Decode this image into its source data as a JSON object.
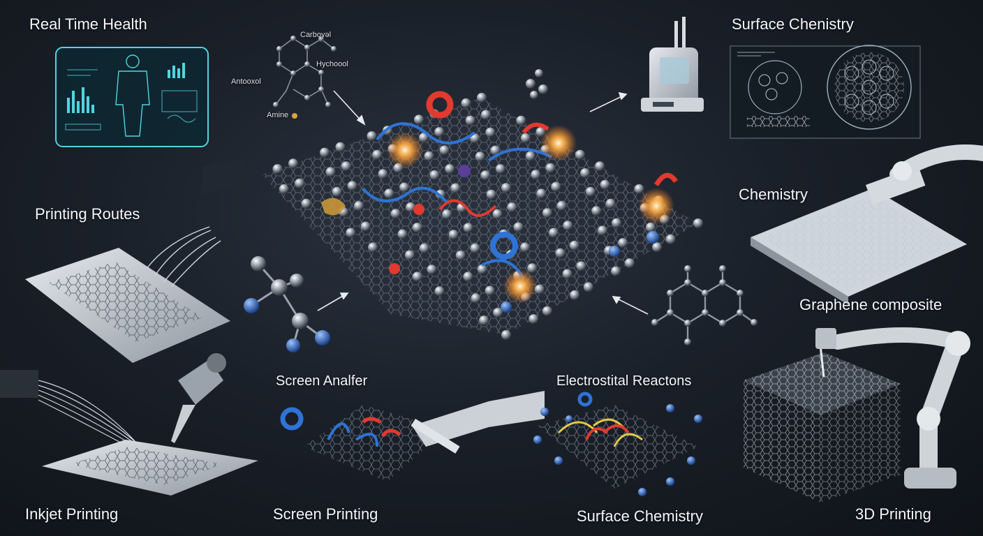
{
  "labels": {
    "real_time_health": "Real Time Health",
    "surface_chemistry_top": "Surface Chenistry",
    "printing_routes": "Printing Routes",
    "chemistry": "Chemistry",
    "graphene_composite": "Graphene composite",
    "screen_analfer": "Screen Analfer",
    "electrostital_reactons": "Electrostital Reactons",
    "inkjet_printing": "Inkjet Printing",
    "screen_printing": "Screen Printing",
    "surface_chemistry_bottom": "Surface Chemistry",
    "printing_3d": "3D Printing"
  },
  "molecule_labels": {
    "carboxyl": "Carboyǝl",
    "hydroxyl": "Hychoool",
    "antioxol": "Antooxol",
    "amine": "Amine"
  },
  "colors": {
    "background": "#1a2029",
    "hud_cyan": "#4fd6e0",
    "atom_grey": "#b9c0c8",
    "accent_red": "#e23a2f",
    "accent_blue": "#2f73d6",
    "glow_orange": "#ff9a2e"
  },
  "icons": [
    "body-scan-icon",
    "bar-chart-icon",
    "dispenser-device-icon",
    "robot-arm-icon",
    "inkjet-nozzle-icon",
    "squeegee-icon"
  ]
}
